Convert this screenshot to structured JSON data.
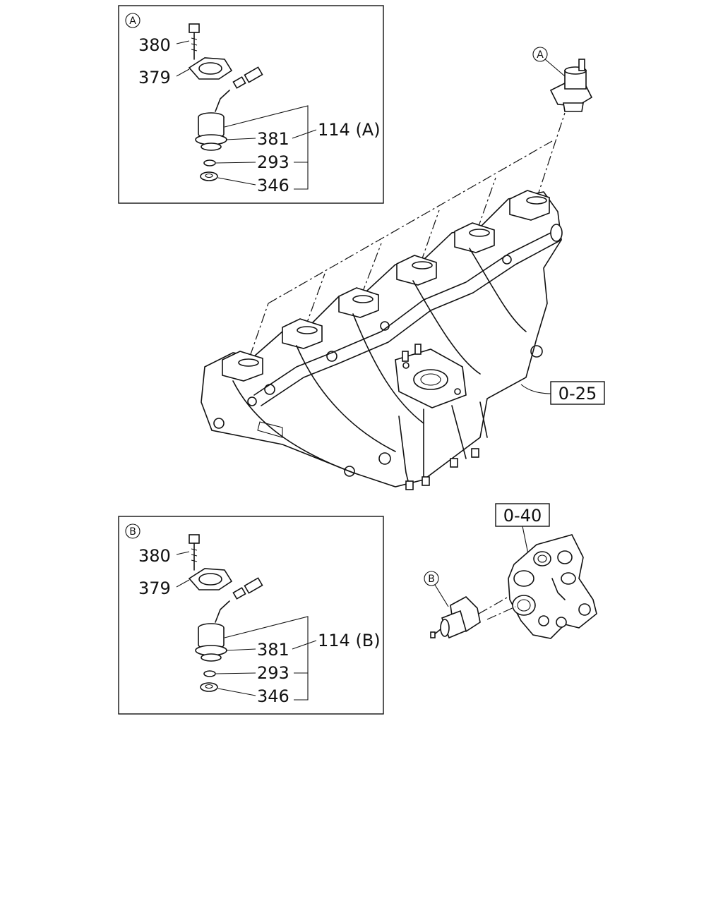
{
  "detail_a": {
    "marker": "A",
    "labels": {
      "bolt": "380",
      "flange": "379",
      "solenoid": "381",
      "o_ring": "293",
      "washer": "346",
      "assembly": "114 (A)"
    }
  },
  "detail_b": {
    "marker": "B",
    "labels": {
      "bolt": "380",
      "flange": "379",
      "solenoid": "381",
      "o_ring": "293",
      "washer": "346",
      "assembly": "114 (B)"
    }
  },
  "callouts": {
    "manifold_ref": "0-25",
    "pump_ref": "0-40",
    "marker_a": "A",
    "marker_b": "B"
  }
}
